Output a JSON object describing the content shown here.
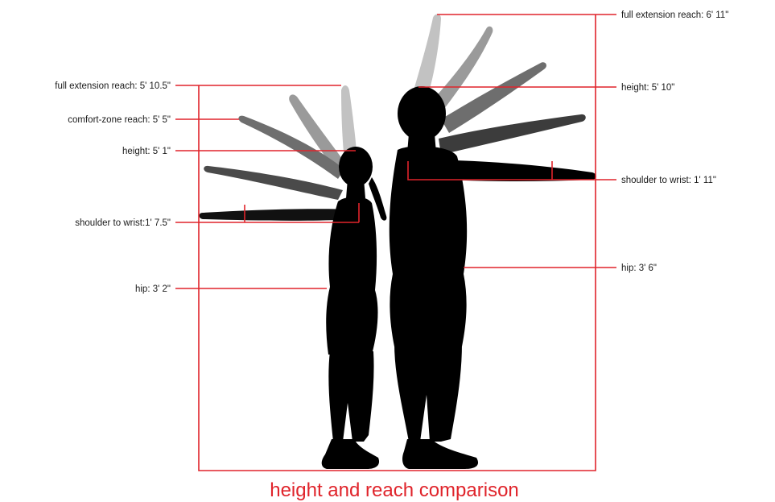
{
  "title": "height and reach comparison",
  "colors": {
    "accent_red": "#e0242b",
    "silhouette": "#000000",
    "arm_shades": [
      "#c2c2c2",
      "#9a9a9a",
      "#6e6e6e",
      "#4a4a4a",
      "#2a2a2a"
    ]
  },
  "left_figure": {
    "full_extension_reach": "full extension reach: 5' 10.5\"",
    "comfort_zone_reach": "comfort-zone reach: 5' 5\"",
    "height": "height: 5' 1\"",
    "shoulder_to_wrist": "shoulder to wrist:1' 7.5\"",
    "hip": "hip: 3' 2\""
  },
  "right_figure": {
    "full_extension_reach": "full extension reach: 6' 11\"",
    "height": "height: 5' 10\"",
    "shoulder_to_wrist": "shoulder to wrist: 1' 11\"",
    "hip": "hip: 3' 6\""
  }
}
